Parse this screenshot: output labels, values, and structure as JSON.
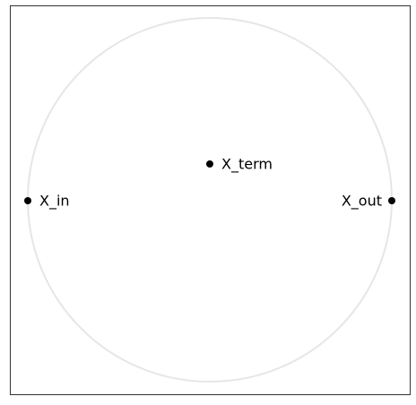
{
  "diagram": {
    "points": [
      {
        "id": "in",
        "label": "X_in"
      },
      {
        "id": "term",
        "label": "X_term"
      },
      {
        "id": "out",
        "label": "X_out"
      }
    ]
  },
  "colors": {
    "frame": "#333333",
    "circle": "#e6e6e6",
    "point": "#000000"
  }
}
